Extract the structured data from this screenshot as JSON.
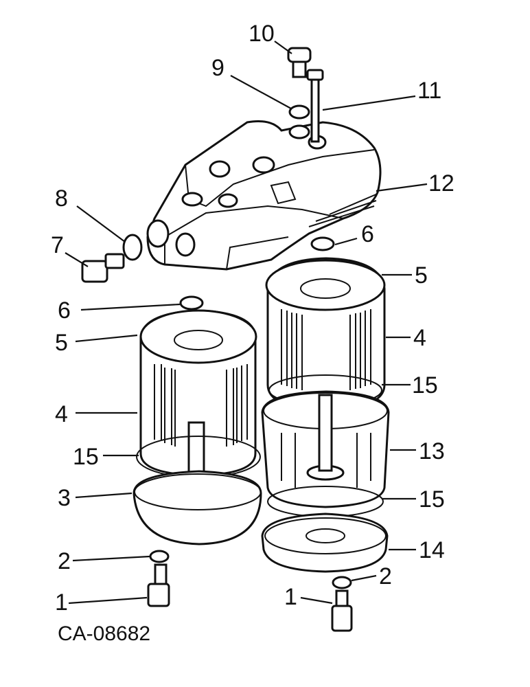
{
  "figure_code": "CA-08682",
  "callouts": [
    {
      "id": "c10",
      "text": "10"
    },
    {
      "id": "c9",
      "text": "9"
    },
    {
      "id": "c11",
      "text": "11"
    },
    {
      "id": "c12",
      "text": "12"
    },
    {
      "id": "c8",
      "text": "8"
    },
    {
      "id": "c7",
      "text": "7"
    },
    {
      "id": "c6a",
      "text": "6"
    },
    {
      "id": "c5a",
      "text": "5"
    },
    {
      "id": "c6b",
      "text": "6"
    },
    {
      "id": "c5b",
      "text": "5"
    },
    {
      "id": "c4a",
      "text": "4"
    },
    {
      "id": "c4b",
      "text": "4"
    },
    {
      "id": "c15a",
      "text": "15"
    },
    {
      "id": "c15b",
      "text": "15"
    },
    {
      "id": "c13",
      "text": "13"
    },
    {
      "id": "c3",
      "text": "3"
    },
    {
      "id": "c15c",
      "text": "15"
    },
    {
      "id": "c14",
      "text": "14"
    },
    {
      "id": "c2a",
      "text": "2"
    },
    {
      "id": "c2b",
      "text": "2"
    },
    {
      "id": "c1a",
      "text": "1"
    },
    {
      "id": "c1b",
      "text": "1"
    }
  ]
}
